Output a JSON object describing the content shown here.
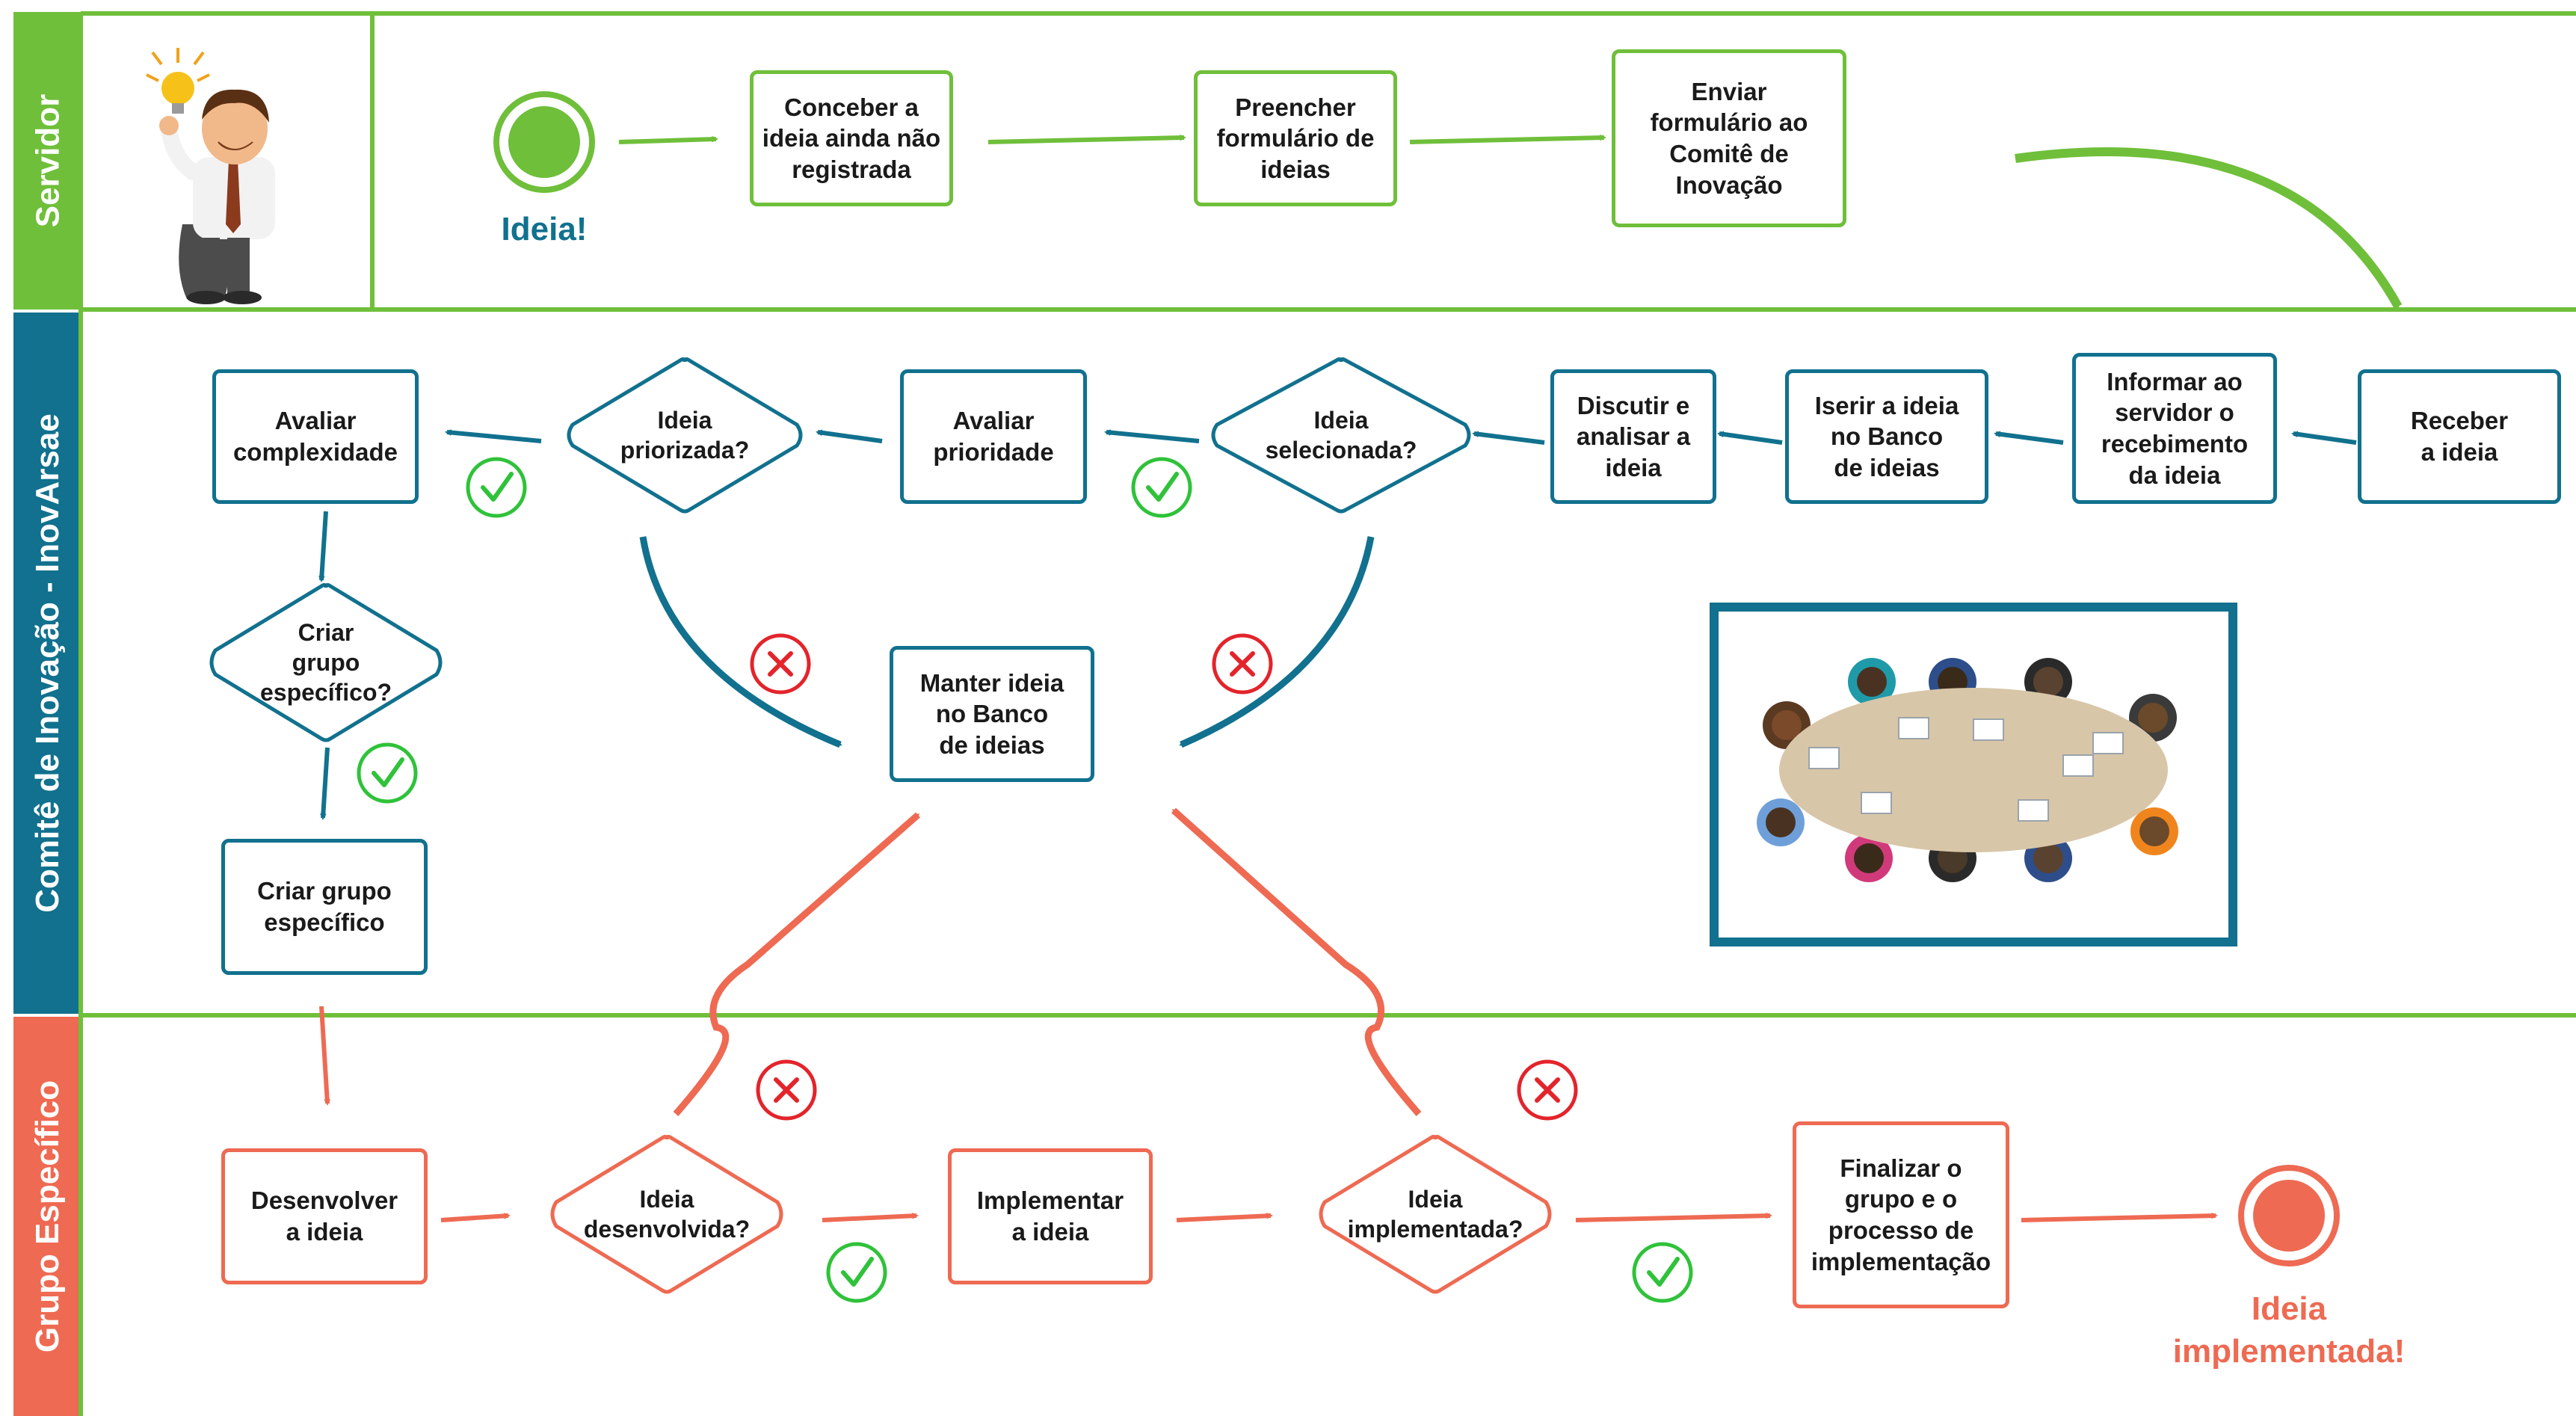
{
  "colors": {
    "green": "#6fbf3a",
    "blue": "#11718e",
    "orange": "#ee6a52",
    "yes": "#2fc23a",
    "no": "#e3242b",
    "table": "#d8c6a8"
  },
  "lanes": {
    "servidor": "Servidor",
    "comite": "Comitê de Inovação - InovArsae",
    "grupo": "Grupo Específico"
  },
  "start_label": "Ideia!",
  "end_label": "Ideia\nimplementada!",
  "steps": {
    "conceber": "Conceber a\nideia ainda não\nregistrada",
    "preencher": "Preencher\nformulário de\nideias",
    "enviar": "Enviar\nformulário ao\nComitê de\nInovação",
    "receber": "Receber\na ideia",
    "informar": "Informar ao\nservidor o\nrecebimento\nda ideia",
    "iserir": "Iserir a ideia\nno Banco\nde ideias",
    "discutir": "Discutir e\nanalisar a\nideia",
    "avaliar_prioridade": "Avaliar\nprioridade",
    "avaliar_complexidade": "Avaliar\ncomplexidade",
    "manter": "Manter ideia\nno Banco\nde ideias",
    "criar_grupo": "Criar grupo\nespecífico",
    "desenvolver": "Desenvolver\na ideia",
    "implementar": "Implementar\na ideia",
    "finalizar": "Finalizar o\ngrupo e o\nprocesso de\nimplementação"
  },
  "decisions": {
    "selecionada": "Ideia\nselecionada?",
    "priorizada": "Ideia\npriorizada?",
    "criar_grupo": "Criar\ngrupo\nespecífico?",
    "desenvolvida": "Ideia\ndesenvolvida?",
    "implementada": "Ideia\nimplementada?"
  }
}
